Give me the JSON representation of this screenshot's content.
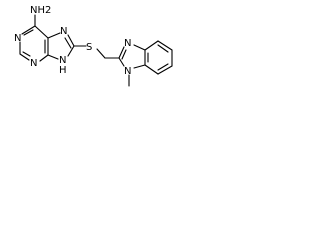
{
  "molecule": {
    "atoms": {
      "nh2": "NH2",
      "n1": "N",
      "n3": "N",
      "n7": "N",
      "n9h": "N",
      "h9": "H",
      "s": "S",
      "n_bim_top": "N",
      "n_bim_methyl": "N"
    }
  }
}
